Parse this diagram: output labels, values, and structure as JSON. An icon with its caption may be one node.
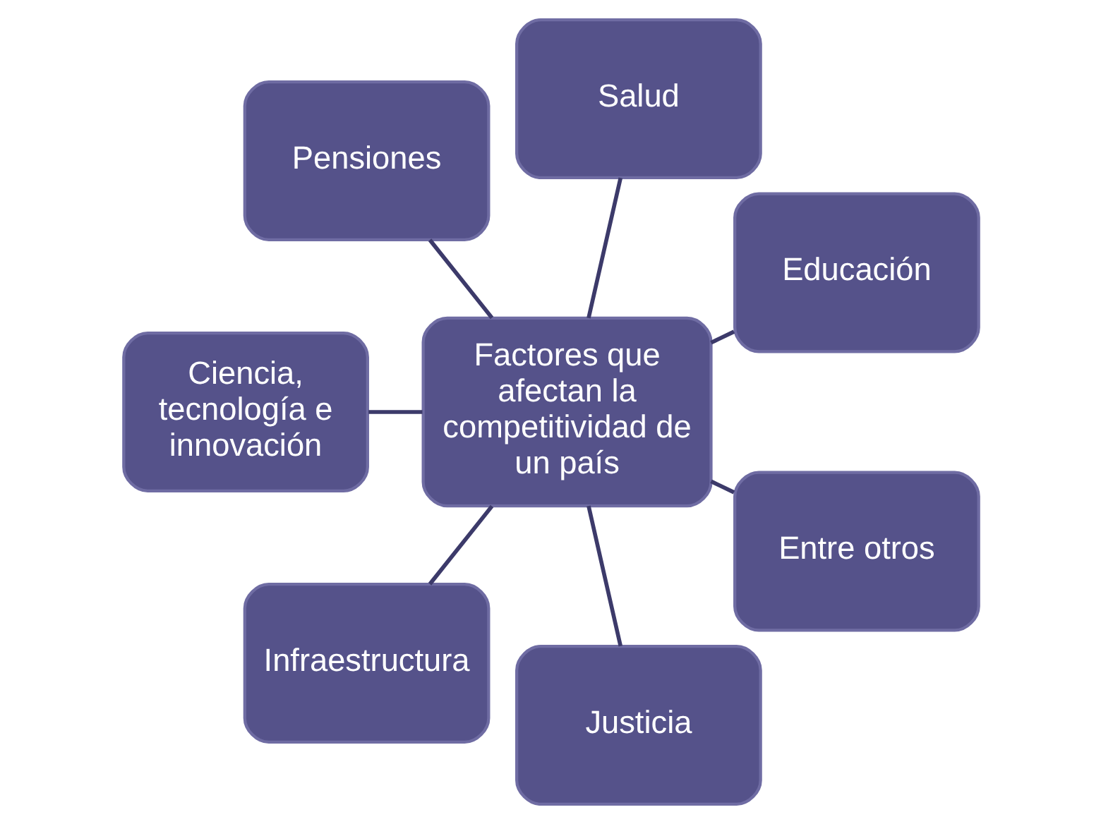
{
  "diagram": {
    "nodes": [
      {
        "text": [
          "Factores que afectan la competitividad de un país"
        ]
      },
      {
        "text": [
          "Educación"
        ]
      },
      {
        "text": [
          "Salud"
        ]
      },
      {
        "text": [
          "Pensiones"
        ]
      },
      {
        "text": [
          "Ciencia, tecnología e innovación"
        ]
      },
      {
        "text": [
          "Infraestructura"
        ]
      },
      {
        "text": [
          "Justicia"
        ]
      },
      {
        "text": [
          "Entre otros"
        ]
      }
    ],
    "edges": [
      {
        "from": 0,
        "to": 1,
        "arrow": "none"
      },
      {
        "from": 0,
        "to": 2,
        "arrow": "none"
      },
      {
        "from": 0,
        "to": 3,
        "arrow": "none"
      },
      {
        "from": 0,
        "to": 4,
        "arrow": "none"
      },
      {
        "from": 0,
        "to": 5,
        "arrow": "none"
      },
      {
        "from": 0,
        "to": 6,
        "arrow": "none"
      },
      {
        "from": 0,
        "to": 7,
        "arrow": "none"
      }
    ]
  }
}
